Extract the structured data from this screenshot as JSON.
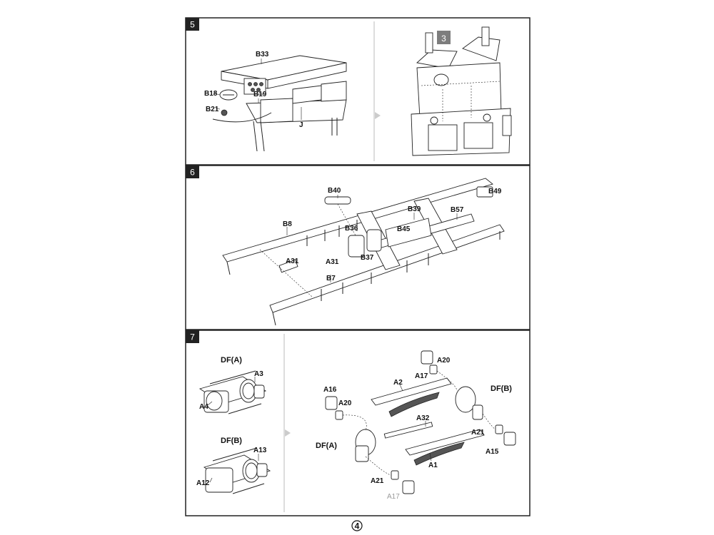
{
  "steps": [
    {
      "number": "5",
      "labels": [
        "B33",
        "B18",
        "B19",
        "B21",
        "J"
      ],
      "subassembly_ref": "3"
    },
    {
      "number": "6",
      "labels": [
        "B40",
        "B49",
        "B39",
        "B57",
        "B8",
        "B36",
        "B45",
        "A31",
        "B37",
        "A31",
        "B7"
      ]
    },
    {
      "number": "7",
      "left_headers": [
        "DF(A)",
        "DF(B)"
      ],
      "left_labels_a": [
        "A3",
        "A4"
      ],
      "left_labels_b": [
        "A13",
        "A12"
      ],
      "right_labels": [
        "A20",
        "A2",
        "A17",
        "DF(B)",
        "A16",
        "A20",
        "A32",
        "A21",
        "DF(A)",
        "A15",
        "A1",
        "A21",
        "A17"
      ]
    }
  ],
  "page_number": "4",
  "colors": {
    "frame": "#222222",
    "step_badge": "#222222",
    "ref_badge": "#7d7d7d",
    "arrow": "#cccccc"
  }
}
